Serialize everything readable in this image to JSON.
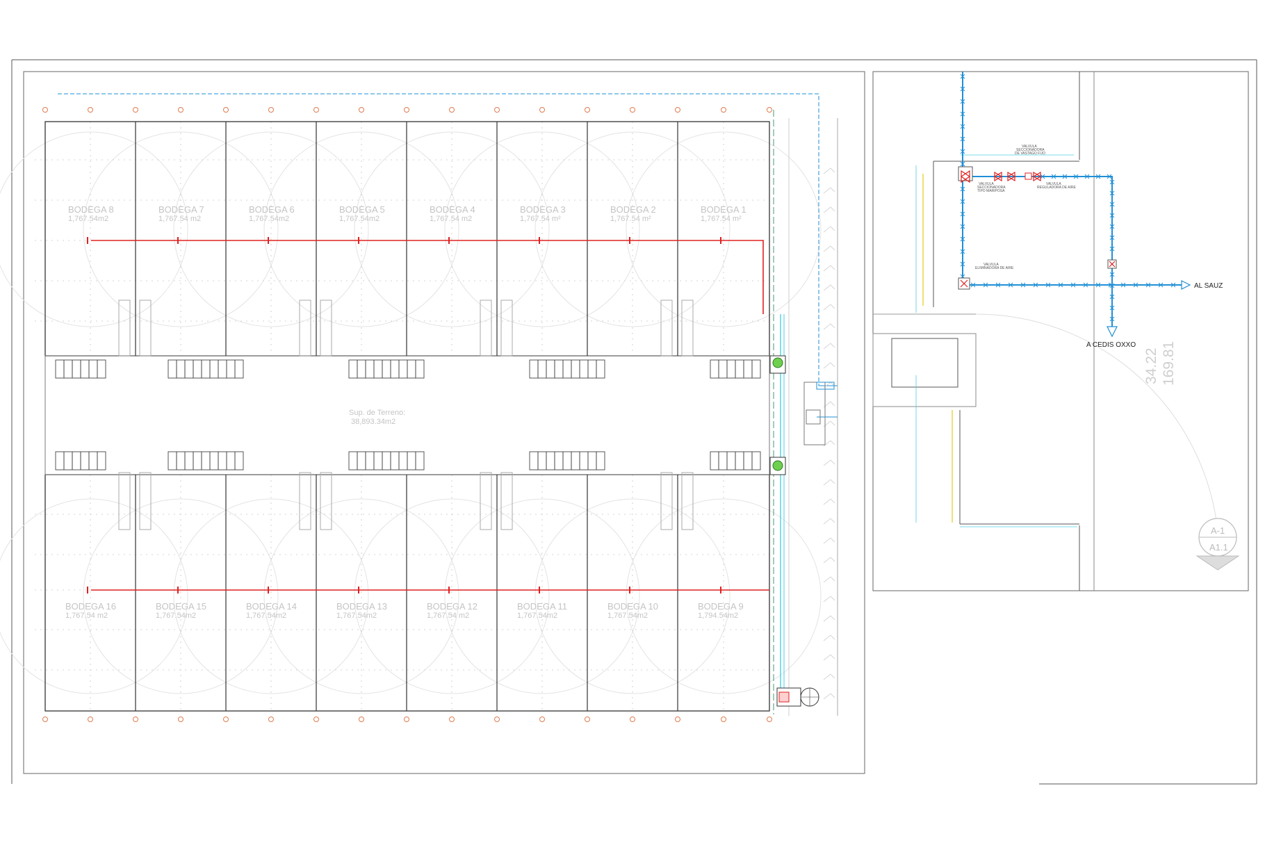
{
  "plan": {
    "bodegas_top": [
      {
        "name": "BODEGA 8",
        "area": "1,767.54m2"
      },
      {
        "name": "BODEGA 7",
        "area": "1,767.54 m2"
      },
      {
        "name": "BODEGA 6",
        "area": "1,767.54m2"
      },
      {
        "name": "BODEGA 5",
        "area": "1,767.54m2"
      },
      {
        "name": "BODEGA 4",
        "area": "1,767.54 m2"
      },
      {
        "name": "BODEGA 3",
        "area": "1,767.54 m²"
      },
      {
        "name": "BODEGA 2",
        "area": "1,767.54 m²"
      },
      {
        "name": "BODEGA 1",
        "area": "1,767.54 m²"
      }
    ],
    "bodegas_bottom": [
      {
        "name": "BODEGA 16",
        "area": "1,767.54 m2"
      },
      {
        "name": "BODEGA 15",
        "area": "1,767.54m2"
      },
      {
        "name": "BODEGA 14",
        "area": "1,767.54m2"
      },
      {
        "name": "BODEGA 13",
        "area": "1,767.54m2"
      },
      {
        "name": "BODEGA 12",
        "area": "1,767.54 m2"
      },
      {
        "name": "BODEGA 11",
        "area": "1,767.54m2"
      },
      {
        "name": "BODEGA 10",
        "area": "1,767.54m2"
      },
      {
        "name": "BODEGA 9",
        "area": "1,794.54m2"
      }
    ],
    "terrain_label": "Sup. de Terreno:",
    "terrain_area": "38,893.34m2"
  },
  "detail": {
    "valve_top_1": "VALVULA",
    "valve_top_2": "SECCIONADORA",
    "valve_top_3": "DE VASTAGO FIJO",
    "valve_left_1": "VALVULA",
    "valve_left_2": "SECCIONADORA",
    "valve_left_3": "TIPO MARIPOSA",
    "valve_right_1": "VALVULA",
    "valve_right_2": "REGULADORA DE AIRE",
    "valve_air_1": "VALVULA",
    "valve_air_2": "ELIMINADORA DE AIRE",
    "al_sauz": "AL SAUZ",
    "a_cedis": "A CEDIS OXXO",
    "dim_1": "34.22",
    "dim_2": "169.81"
  },
  "section_tag": {
    "top": "A-1",
    "bottom": "A1.1"
  },
  "colors": {
    "water_line": "#1f8fd6",
    "fire_line": "#e02020",
    "cyan_line": "#4dd0e1",
    "grid_line": "#444444",
    "faint": "#e3e3e3",
    "axis_marker": "#e07b4f"
  }
}
